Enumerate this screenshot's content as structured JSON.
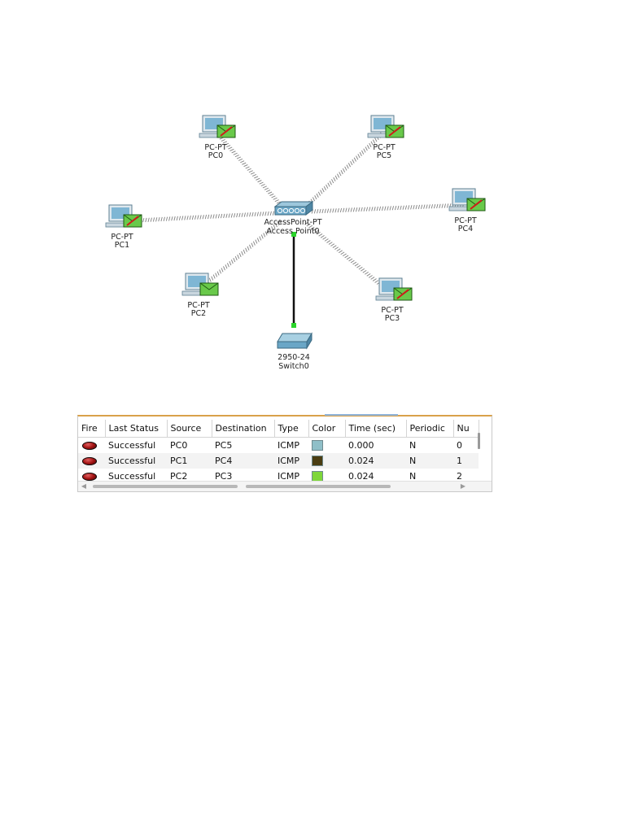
{
  "topology": {
    "access_point": {
      "model": "AccessPoint-PT",
      "name": "Access Point0"
    },
    "switch": {
      "model": "2950-24",
      "name": "Switch0"
    },
    "pcs": [
      {
        "model": "PC-PT",
        "name": "PC0"
      },
      {
        "model": "PC-PT",
        "name": "PC5"
      },
      {
        "model": "PC-PT",
        "name": "PC1"
      },
      {
        "model": "PC-PT",
        "name": "PC4"
      },
      {
        "model": "PC-PT",
        "name": "PC2"
      },
      {
        "model": "PC-PT",
        "name": "PC3"
      }
    ],
    "colors": {
      "wireless_link": "#8a8a8a",
      "wired_link": "#111111",
      "link_light": "#2bd42b",
      "device_blue": "#6aa6c6",
      "envelope_green": "#69c94a",
      "pdu_x_red": "#d01a1a"
    }
  },
  "pdu_list": {
    "columns": [
      "Fire",
      "Last Status",
      "Source",
      "Destination",
      "Type",
      "Color",
      "Time (sec)",
      "Periodic",
      "Nu"
    ],
    "rows": [
      {
        "last_status": "Successful",
        "source": "PC0",
        "destination": "PC5",
        "type": "ICMP",
        "color": "#8fbfc8",
        "time": "0.000",
        "periodic": "N",
        "num": "0"
      },
      {
        "last_status": "Successful",
        "source": "PC1",
        "destination": "PC4",
        "type": "ICMP",
        "color": "#4a3d12",
        "time": "0.024",
        "periodic": "N",
        "num": "1"
      },
      {
        "last_status": "Successful",
        "source": "PC2",
        "destination": "PC3",
        "type": "ICMP",
        "color": "#7ed63a",
        "time": "0.024",
        "periodic": "N",
        "num": "2"
      }
    ]
  }
}
